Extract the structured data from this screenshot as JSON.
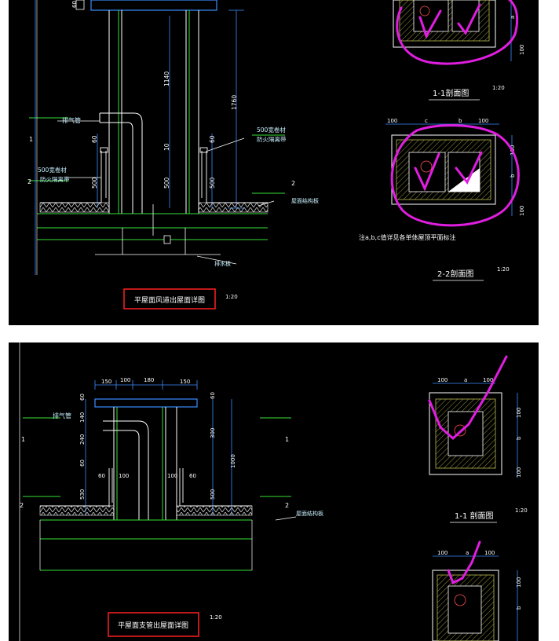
{
  "top": {
    "title_box": "平屋面风道出屋面详图",
    "title_scale": "1:20",
    "section_1_title": "1-1剖面图",
    "section_1_scale": "1:20",
    "section_2_title": "2-2剖面图",
    "section_2_scale": "1:20",
    "note": "注a,b,c值详见各单体屋顶平面标注",
    "labels": {
      "exhaust_duct": "排气管",
      "strip_500_left_1": "500宽卷材",
      "strip_500_left_2": "防火隔离带",
      "strip_500_right_1": "500宽卷材",
      "strip_500_right_2": "防火隔离带",
      "roof_structure": "屋面结构板",
      "drain_board": "排水板",
      "level_1_left": "1",
      "level_2_left": "2",
      "level_2_right": "2"
    },
    "dims": {
      "d1140": "1140",
      "d1760": "1760",
      "d60a": "60",
      "d60b": "60",
      "d10": "10",
      "d500a": "500",
      "d500b": "500",
      "d500c": "500",
      "d60c": "60",
      "sec1_a": "a",
      "sec1_100": "100",
      "sec2_100a": "100",
      "sec2_c": "c",
      "sec2_b": "b",
      "sec2_100b": "100",
      "sec2_100c": "100",
      "sec2_b_right": "b",
      "sec2_100d": "100"
    }
  },
  "bottom": {
    "title_box": "平屋面支管出屋面详图",
    "title_scale": "1:20",
    "section_1_title": "1-1 剖面图",
    "section_1_scale": "1:20",
    "labels": {
      "exhaust_pipe": "排气管",
      "roof_structure": "屋面结构板",
      "level_1_left": "1",
      "level_1_right": "1",
      "level_2_left": "2",
      "level_2_right": "2"
    },
    "dims": {
      "d150a": "150",
      "d100a": "100",
      "d180": "180",
      "d150b": "150",
      "d60a": "60",
      "d60b": "60",
      "d140": "140",
      "d240": "240",
      "d60c": "60",
      "d100b": "100",
      "d100c": "100",
      "d60d": "60",
      "d530": "530",
      "d300": "300",
      "d60e": "60",
      "d1000": "1000",
      "d500": "500",
      "s1_100a": "100",
      "s1_a": "a",
      "s1_100b": "100",
      "s1_100r": "100",
      "s1_b": "b",
      "s1_100r2": "100",
      "s2_100a": "100",
      "s2_a": "a",
      "s2_100b": "100",
      "s2_100r": "100",
      "s2_b": "b"
    }
  },
  "colors": {
    "background": "#000000",
    "line_white": "#ffffff",
    "dim_blue": "#3a8cff",
    "structure_green": "#36e036",
    "annotation_magenta": "#e01ee0",
    "title_box_red": "#ff2020",
    "cyan_text": "#c8f0ff"
  }
}
